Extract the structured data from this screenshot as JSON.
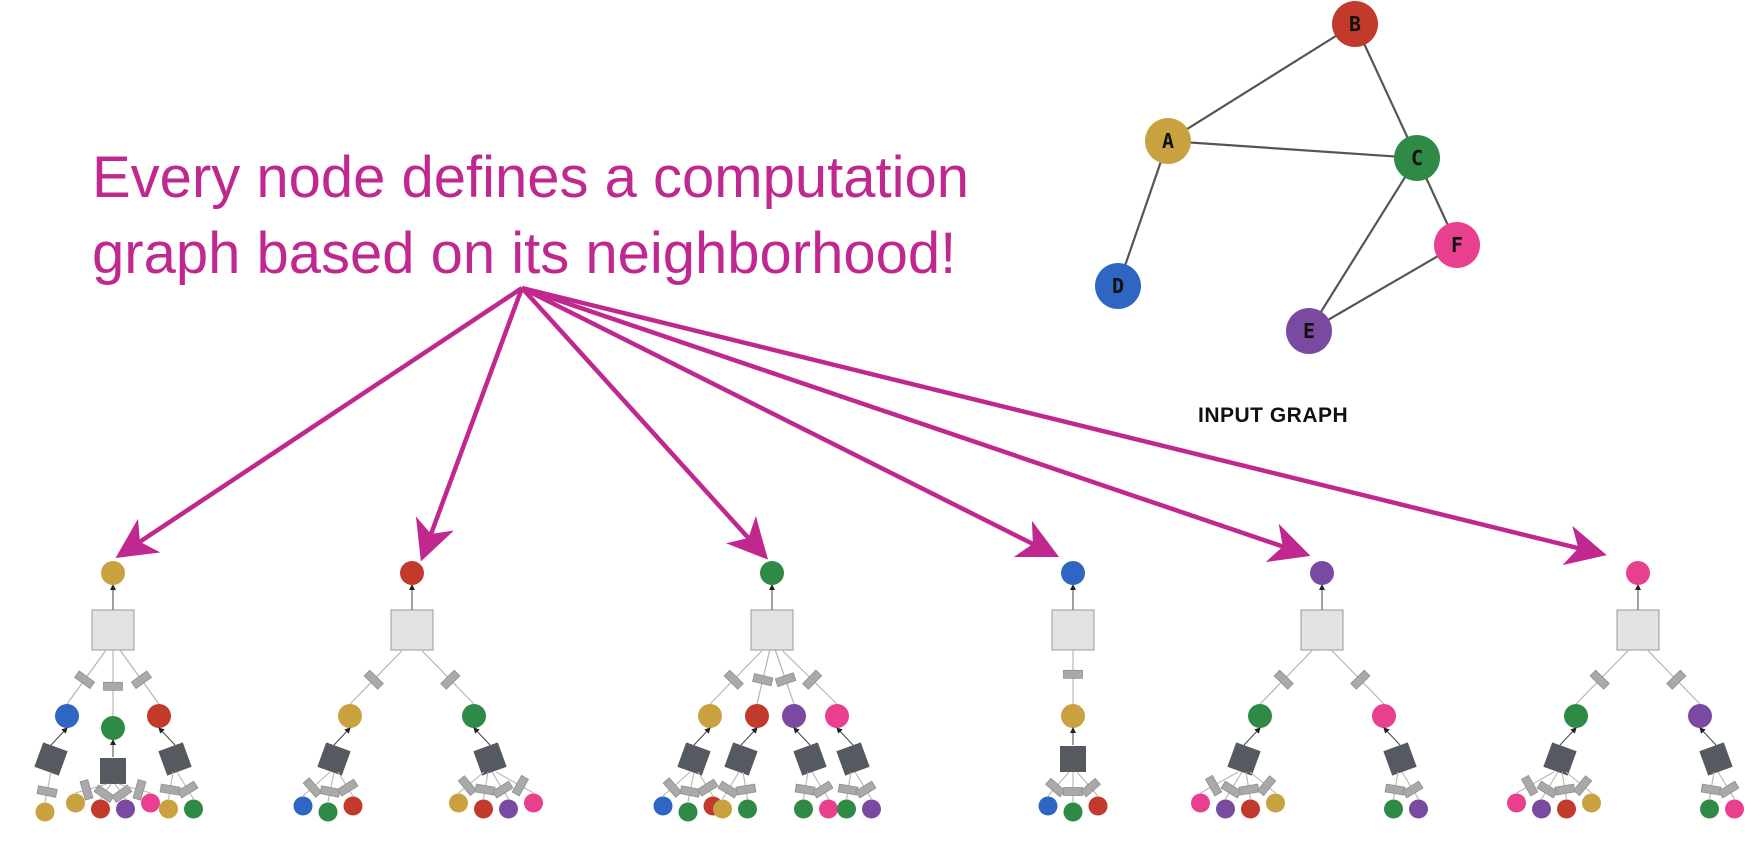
{
  "headline": {
    "line1": "Every node defines a computation",
    "line2": "graph based on its neighborhood!"
  },
  "input_graph": {
    "caption": "INPUT GRAPH",
    "nodes": [
      {
        "id": "A",
        "color": "#c9a23f"
      },
      {
        "id": "B",
        "color": "#c23a2b"
      },
      {
        "id": "C",
        "color": "#2f8a46"
      },
      {
        "id": "D",
        "color": "#2f66c4"
      },
      {
        "id": "E",
        "color": "#7a4aa0"
      },
      {
        "id": "F",
        "color": "#e8408f"
      }
    ],
    "edges": [
      [
        "A",
        "B"
      ],
      [
        "A",
        "C"
      ],
      [
        "B",
        "C"
      ],
      [
        "A",
        "D"
      ],
      [
        "C",
        "E"
      ],
      [
        "C",
        "F"
      ],
      [
        "E",
        "F"
      ]
    ]
  },
  "colors": {
    "accent": "#c0288f",
    "aggregator_box": "#e3e3e3",
    "neighbor_box": "#555a60",
    "edge_tag": "#a9a9a9",
    "graph_edge": "#555555"
  },
  "computation_graphs": [
    {
      "target": "A",
      "level1": [
        {
          "node": "D",
          "children": [
            "A"
          ]
        },
        {
          "node": "C",
          "children": [
            "A",
            "B",
            "E",
            "F"
          ]
        },
        {
          "node": "B",
          "children": [
            "A",
            "C"
          ]
        }
      ]
    },
    {
      "target": "B",
      "level1": [
        {
          "node": "A",
          "children": [
            "D",
            "C",
            "B"
          ]
        },
        {
          "node": "C",
          "children": [
            "A",
            "B",
            "E",
            "F"
          ]
        }
      ]
    },
    {
      "target": "C",
      "level1": [
        {
          "node": "A",
          "children": [
            "D",
            "C",
            "B"
          ]
        },
        {
          "node": "B",
          "children": [
            "A",
            "C"
          ]
        },
        {
          "node": "E",
          "children": [
            "C",
            "F"
          ]
        },
        {
          "node": "F",
          "children": [
            "C",
            "E"
          ]
        }
      ]
    },
    {
      "target": "D",
      "level1": [
        {
          "node": "A",
          "children": [
            "D",
            "C",
            "B"
          ]
        }
      ]
    },
    {
      "target": "E",
      "level1": [
        {
          "node": "C",
          "children": [
            "F",
            "E",
            "B",
            "A"
          ]
        },
        {
          "node": "F",
          "children": [
            "C",
            "E"
          ]
        }
      ]
    },
    {
      "target": "F",
      "level1": [
        {
          "node": "C",
          "children": [
            "F",
            "E",
            "B",
            "A"
          ]
        },
        {
          "node": "E",
          "children": [
            "C",
            "F"
          ]
        }
      ]
    }
  ]
}
